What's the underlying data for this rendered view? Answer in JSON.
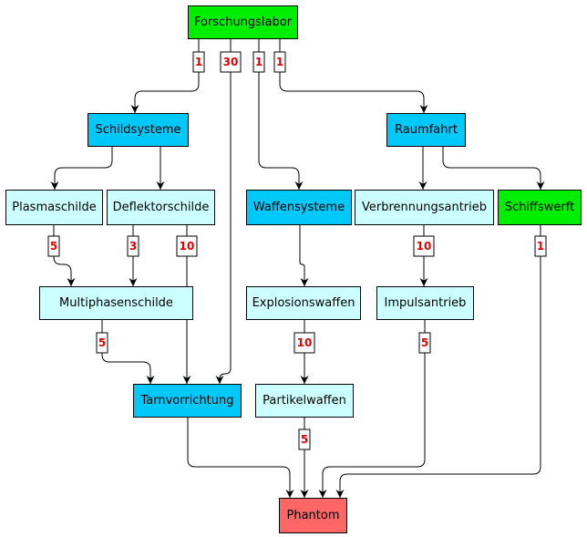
{
  "colors": {
    "root": "#00ee00",
    "category": "#00c8f8",
    "tech": "#ccffff",
    "target": "#ff6666",
    "badge_text": "#e00000",
    "border": "#000000"
  },
  "nodes": [
    {
      "id": "forschungslabor",
      "label": "Forschungslabor",
      "kind": "root"
    },
    {
      "id": "schildsysteme",
      "label": "Schildsysteme",
      "kind": "category"
    },
    {
      "id": "raumfahrt",
      "label": "Raumfahrt",
      "kind": "category"
    },
    {
      "id": "plasmaschilde",
      "label": "Plasmaschilde",
      "kind": "tech"
    },
    {
      "id": "deflektorschilde",
      "label": "Deflektorschilde",
      "kind": "tech"
    },
    {
      "id": "waffensysteme",
      "label": "Waffensysteme",
      "kind": "category"
    },
    {
      "id": "verbrennungsantrieb",
      "label": "Verbrennungsantrieb",
      "kind": "tech"
    },
    {
      "id": "schiffswerft",
      "label": "Schiffswerft",
      "kind": "root"
    },
    {
      "id": "multiphasenschilde",
      "label": "Multiphasenschilde",
      "kind": "tech"
    },
    {
      "id": "explosionswaffen",
      "label": "Explosionswaffen",
      "kind": "tech"
    },
    {
      "id": "impulsantrieb",
      "label": "Impulsantrieb",
      "kind": "tech"
    },
    {
      "id": "tarnvorrichtung",
      "label": "Tarnvorrichtung",
      "kind": "category"
    },
    {
      "id": "partikelwaffen",
      "label": "Partikelwaffen",
      "kind": "tech"
    },
    {
      "id": "phantom",
      "label": "Phantom",
      "kind": "target"
    }
  ],
  "edges": [
    {
      "from": "forschungslabor",
      "to": "schildsysteme",
      "level": "1"
    },
    {
      "from": "forschungslabor",
      "to": "tarnvorrichtung",
      "level": "30"
    },
    {
      "from": "forschungslabor",
      "to": "waffensysteme",
      "level": "1"
    },
    {
      "from": "forschungslabor",
      "to": "raumfahrt",
      "level": "1"
    },
    {
      "from": "schildsysteme",
      "to": "plasmaschilde",
      "level": ""
    },
    {
      "from": "schildsysteme",
      "to": "deflektorschilde",
      "level": ""
    },
    {
      "from": "raumfahrt",
      "to": "verbrennungsantrieb",
      "level": ""
    },
    {
      "from": "raumfahrt",
      "to": "schiffswerft",
      "level": ""
    },
    {
      "from": "plasmaschilde",
      "to": "multiphasenschilde",
      "level": "5"
    },
    {
      "from": "deflektorschilde",
      "to": "multiphasenschilde",
      "level": "3"
    },
    {
      "from": "deflektorschilde",
      "to": "tarnvorrichtung",
      "level": "10"
    },
    {
      "from": "waffensysteme",
      "to": "explosionswaffen",
      "level": ""
    },
    {
      "from": "verbrennungsantrieb",
      "to": "impulsantrieb",
      "level": "10"
    },
    {
      "from": "schiffswerft",
      "to": "phantom",
      "level": "1"
    },
    {
      "from": "multiphasenschilde",
      "to": "tarnvorrichtung",
      "level": "5"
    },
    {
      "from": "explosionswaffen",
      "to": "partikelwaffen",
      "level": "10"
    },
    {
      "from": "impulsantrieb",
      "to": "phantom",
      "level": "5"
    },
    {
      "from": "tarnvorrichtung",
      "to": "phantom",
      "level": ""
    },
    {
      "from": "partikelwaffen",
      "to": "phantom",
      "level": "5"
    }
  ]
}
